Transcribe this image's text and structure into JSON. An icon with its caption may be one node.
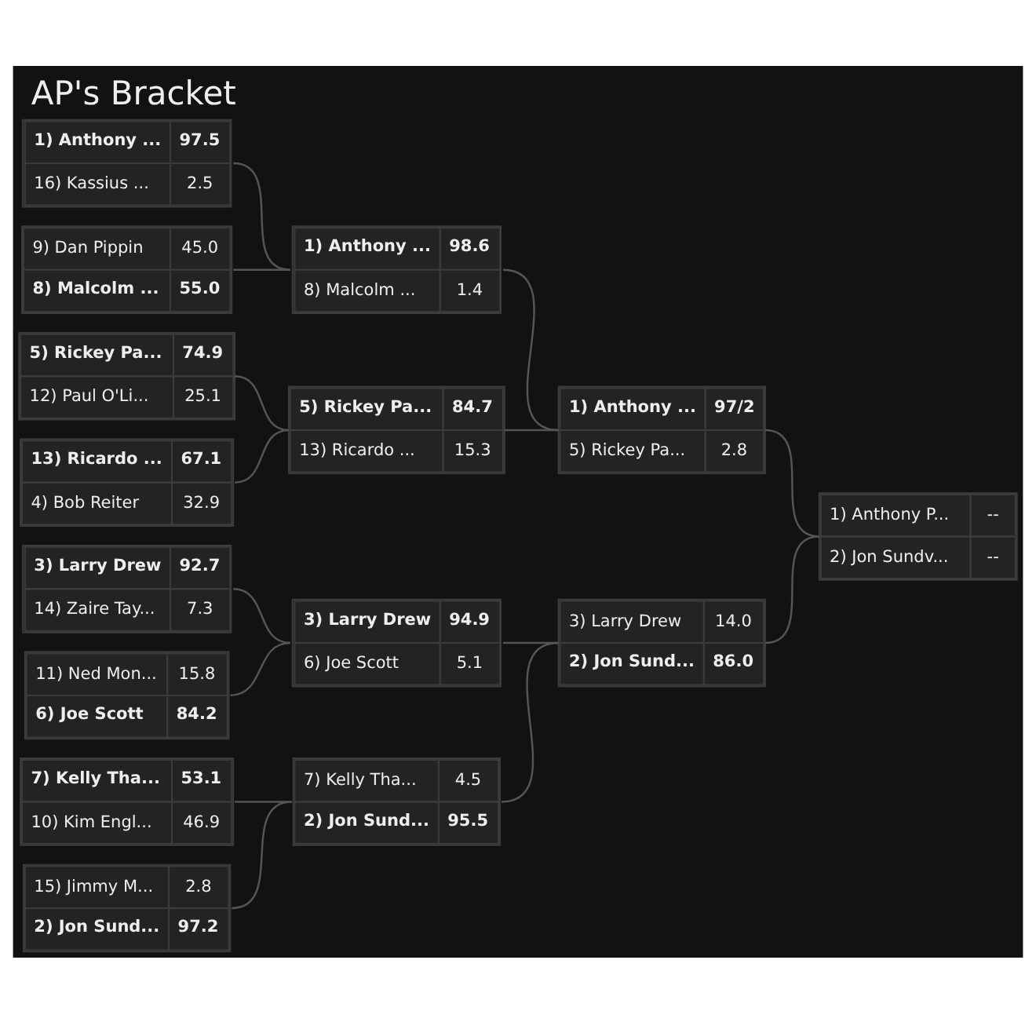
{
  "diagram": {
    "title": "AP's Bracket",
    "nodes": [
      {
        "text": [
          "1) Anthony ...",
          "97.5",
          "16) Kassius ...",
          "2.5"
        ]
      },
      {
        "text": [
          "9) Dan Pippin",
          "45.0",
          "8) Malcolm ...",
          "55.0"
        ]
      },
      {
        "text": [
          "5) Rickey Pa...",
          "74.9",
          "12) Paul O'Li...",
          "25.1"
        ]
      },
      {
        "text": [
          "13) Ricardo ...",
          "67.1",
          "4) Bob Reiter",
          "32.9"
        ]
      },
      {
        "text": [
          "3) Larry Drew",
          "92.7",
          "14) Zaire Tay...",
          "7.3"
        ]
      },
      {
        "text": [
          "11) Ned Mon...",
          "15.8",
          "6) Joe Scott",
          "84.2"
        ]
      },
      {
        "text": [
          "7) Kelly Tha...",
          "53.1",
          "10) Kim Engl...",
          "46.9"
        ]
      },
      {
        "text": [
          "15) Jimmy M...",
          "2.8",
          "2) Jon Sund...",
          "97.2"
        ]
      },
      {
        "text": [
          "1) Anthony ...",
          "98.6",
          "8) Malcolm ...",
          "1.4"
        ]
      },
      {
        "text": [
          "5) Rickey Pa...",
          "84.7",
          "13) Ricardo ...",
          "15.3"
        ]
      },
      {
        "text": [
          "3) Larry Drew",
          "94.9",
          "6) Joe Scott",
          "5.1"
        ]
      },
      {
        "text": [
          "7) Kelly Tha...",
          "4.5",
          "2) Jon Sund...",
          "95.5"
        ]
      },
      {
        "text": [
          "1) Anthony ...",
          "97/2",
          "5) Rickey Pa...",
          "2.8"
        ]
      },
      {
        "text": [
          "3) Larry Drew",
          "14.0",
          "2) Jon Sund...",
          "86.0"
        ]
      },
      {
        "text": [
          "1) Anthony P...",
          "--",
          "2) Jon Sundv...",
          "--"
        ]
      }
    ],
    "edges": [
      {
        "from": 0,
        "to": 8,
        "arrow": "none"
      },
      {
        "from": 1,
        "to": 8,
        "arrow": "none"
      },
      {
        "from": 2,
        "to": 9,
        "arrow": "none"
      },
      {
        "from": 3,
        "to": 9,
        "arrow": "none"
      },
      {
        "from": 4,
        "to": 10,
        "arrow": "none"
      },
      {
        "from": 5,
        "to": 10,
        "arrow": "none"
      },
      {
        "from": 6,
        "to": 11,
        "arrow": "none"
      },
      {
        "from": 7,
        "to": 11,
        "arrow": "none"
      },
      {
        "from": 8,
        "to": 12,
        "arrow": "none"
      },
      {
        "from": 9,
        "to": 12,
        "arrow": "none"
      },
      {
        "from": 10,
        "to": 13,
        "arrow": "none"
      },
      {
        "from": 11,
        "to": 13,
        "arrow": "none"
      },
      {
        "from": 12,
        "to": 14,
        "arrow": "none"
      },
      {
        "from": 13,
        "to": 14,
        "arrow": "none"
      }
    ]
  }
}
